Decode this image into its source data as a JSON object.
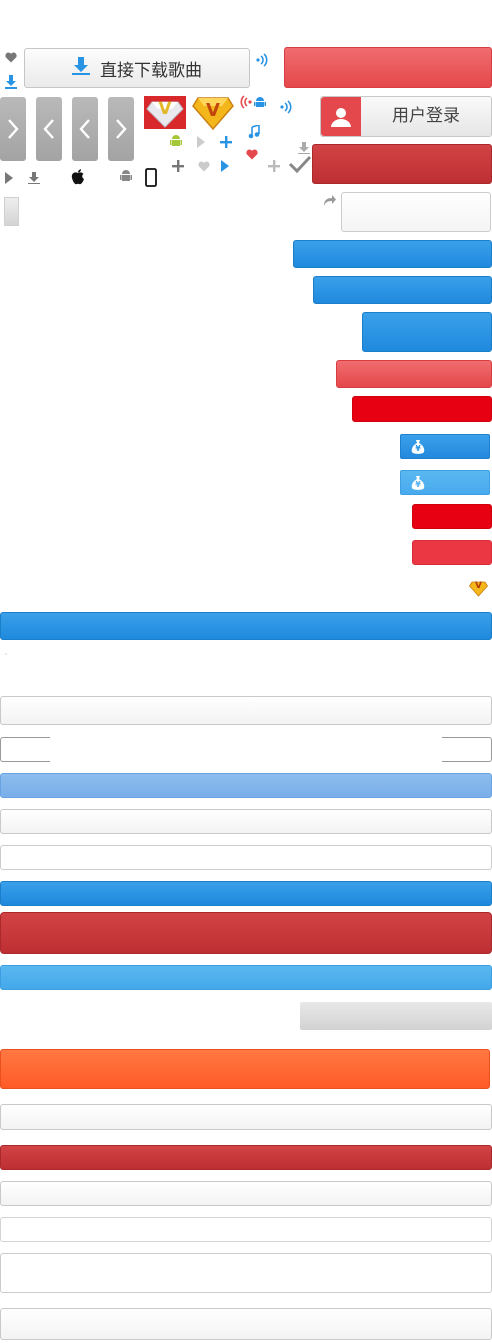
{
  "download_button": {
    "label": "直接下载歌曲"
  },
  "login_button": {
    "label": "用户登录"
  },
  "vip_badges": {
    "red_badge_letter": "V",
    "gold_badge_letter": "V",
    "small_gold_letter": "V"
  },
  "money_bag_symbol": "¥",
  "colors": {
    "blue": "#2a94e4",
    "red": "#e8595c",
    "dark_red": "#c3383b",
    "pure_red": "#e60012",
    "orange": "#ff6a33",
    "light_blue": "#4fb0ee",
    "grey": "#aaaaaa",
    "android_green": "#a4c639"
  },
  "icons": [
    "heart-icon",
    "download-icon",
    "sound-wave-icon",
    "chevron-right-icon",
    "chevron-left-icon",
    "diamond-vip-icon",
    "gold-vip-icon",
    "android-icon",
    "music-note-icon",
    "plus-icon",
    "play-icon",
    "apple-icon",
    "phone-icon",
    "check-icon",
    "share-arrow-icon",
    "money-bag-icon"
  ]
}
